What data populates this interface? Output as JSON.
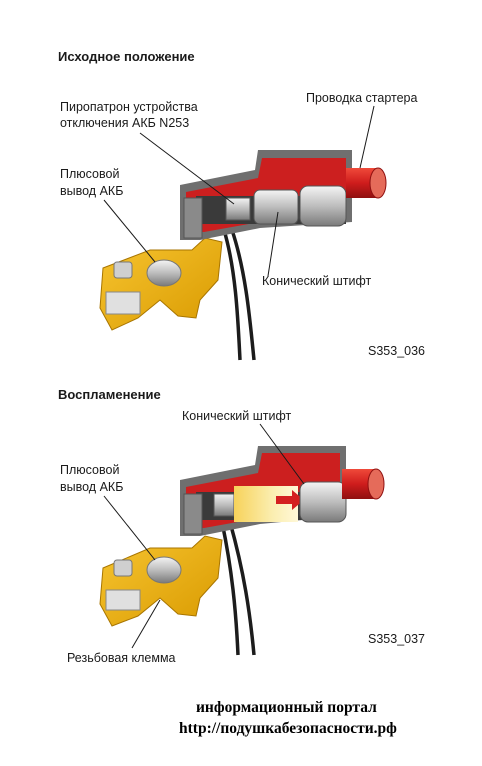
{
  "section1": {
    "title": "Исходное положение",
    "labels": {
      "starter_wire": "Проводка стартера",
      "squib_line1": "Пиропатрон устройства",
      "squib_line2": "отключения АКБ N253",
      "plus_line1": "Плюсовой",
      "plus_line2": "вывод АКБ",
      "conical_pin": "Конический штифт"
    },
    "figure_code": "S353_036"
  },
  "section2": {
    "title": "Воспламенение",
    "labels": {
      "conical_pin": "Конический штифт",
      "plus_line1": "Плюсовой",
      "plus_line2": "вывод АКБ",
      "threaded_clamp": "Резьбовая клемма"
    },
    "figure_code": "S353_037"
  },
  "footer": {
    "line1": "информационный портал",
    "line2": "http://подушкабезопасности.рф"
  },
  "colors": {
    "terminal_yellow": "#f0b400",
    "housing_red": "#cc1f1f",
    "housing_grey": "#8c8c8c",
    "cable_red": "#d42020",
    "flame_yellow": "#f5e27a"
  }
}
